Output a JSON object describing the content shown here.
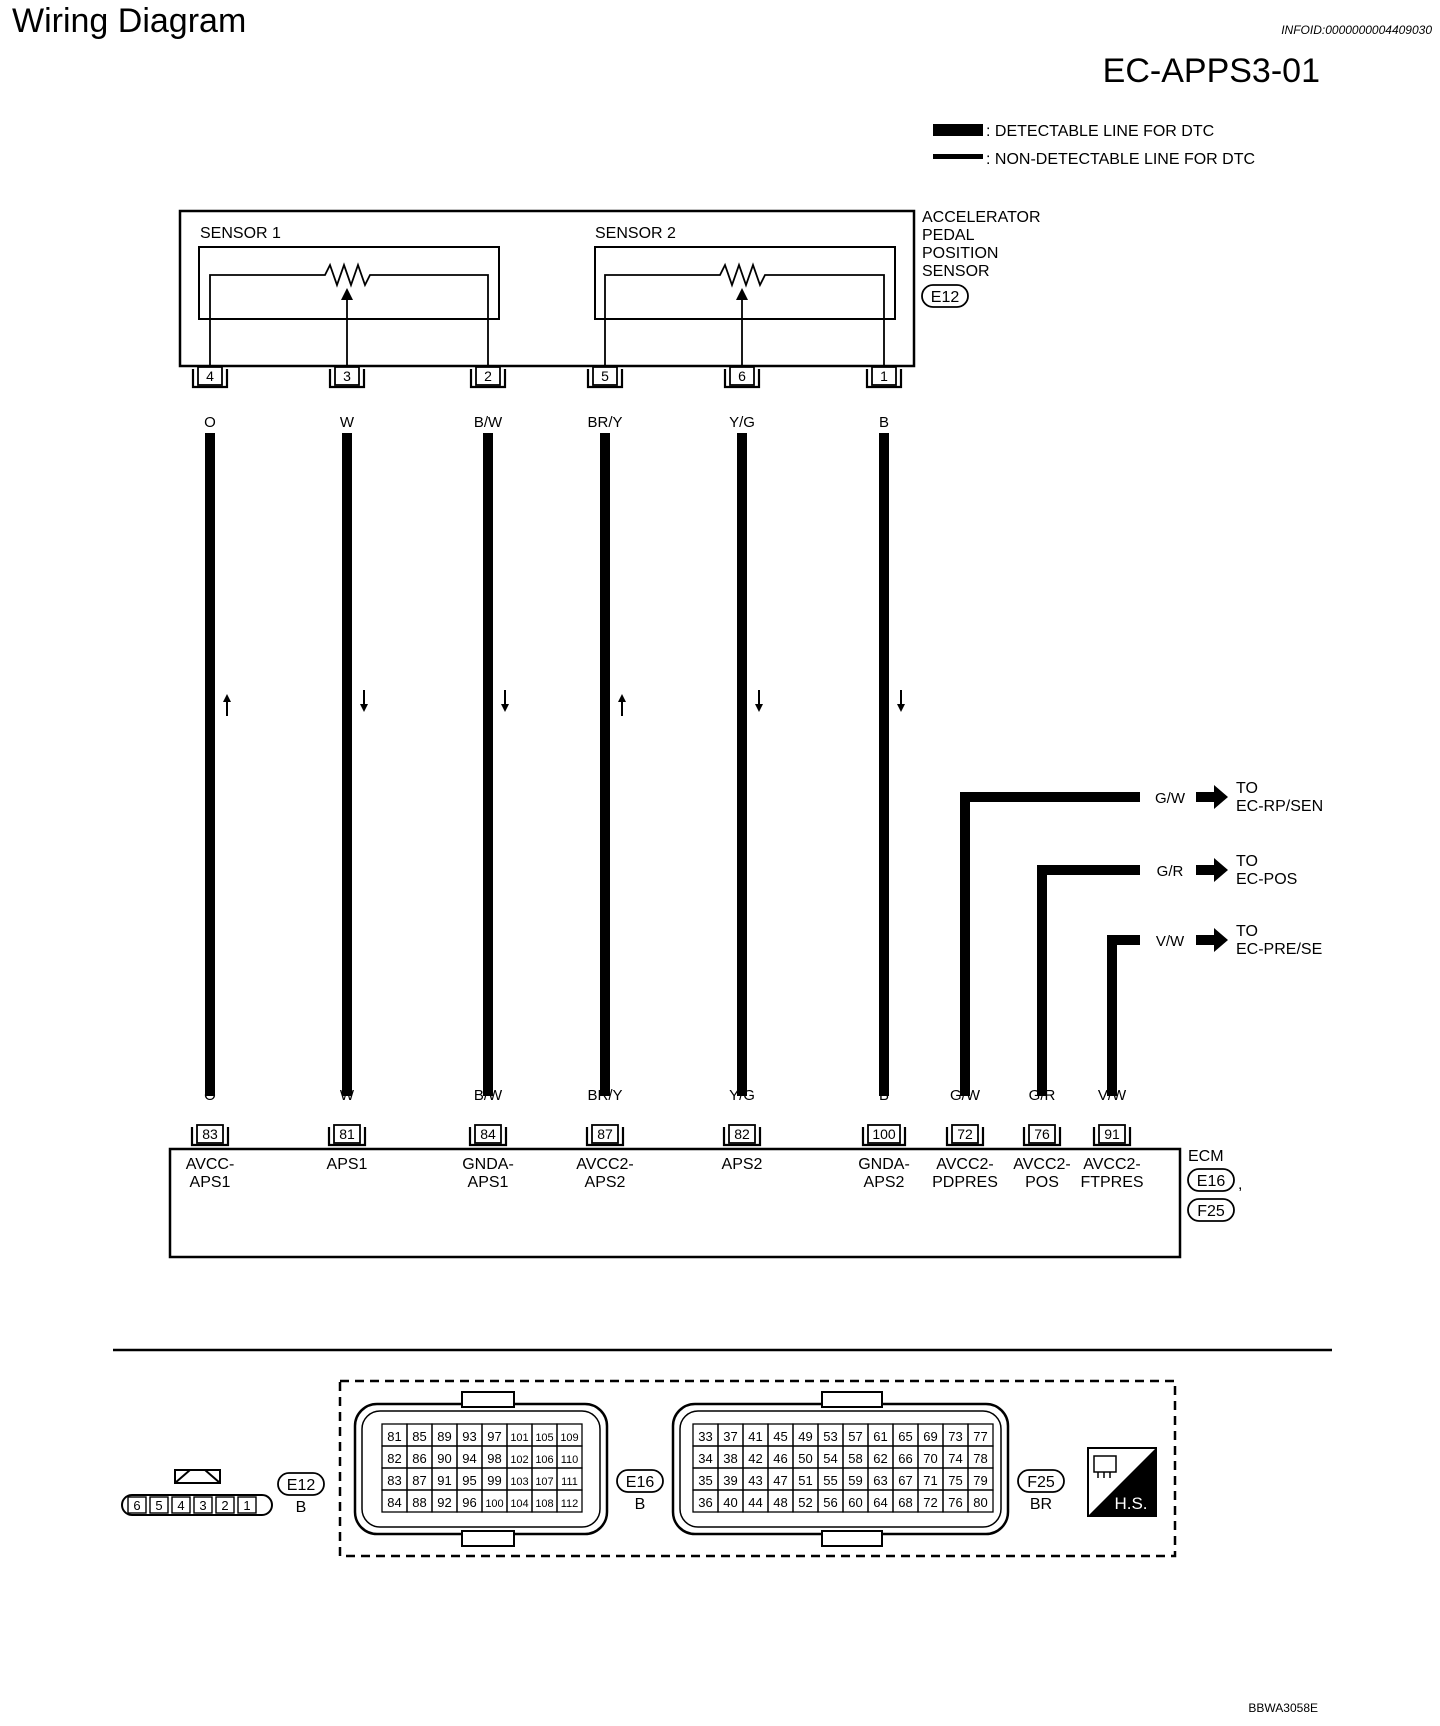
{
  "header": {
    "title": "Wiring Diagram",
    "info_id": "INFOID:0000000004409030",
    "diagram_code": "EC-APPS3-01"
  },
  "legend": {
    "detectable": ": DETECTABLE LINE FOR DTC",
    "non_detectable": ": NON-DETECTABLE LINE FOR DTC"
  },
  "sensor": {
    "name_lines": [
      "ACCELERATOR",
      "PEDAL",
      "POSITION",
      "SENSOR"
    ],
    "connector": "E12",
    "sensor1": "SENSOR 1",
    "sensor2": "SENSOR 2"
  },
  "wires": [
    {
      "sensor_pin": "4",
      "color": "O",
      "ecm_pin": "83",
      "ecm_label": [
        "AVCC-",
        "APS1"
      ],
      "arrow": "up"
    },
    {
      "sensor_pin": "3",
      "color": "W",
      "ecm_pin": "81",
      "ecm_label": [
        "APS1"
      ],
      "arrow": "down"
    },
    {
      "sensor_pin": "2",
      "color": "B/W",
      "ecm_pin": "84",
      "ecm_label": [
        "GNDA-",
        "APS1"
      ],
      "arrow": "down"
    },
    {
      "sensor_pin": "5",
      "color": "BR/Y",
      "ecm_pin": "87",
      "ecm_label": [
        "AVCC2-",
        "APS2"
      ],
      "arrow": "up"
    },
    {
      "sensor_pin": "6",
      "color": "Y/G",
      "ecm_pin": "82",
      "ecm_label": [
        "APS2"
      ],
      "arrow": "down"
    },
    {
      "sensor_pin": "1",
      "color": "B",
      "ecm_pin": "100",
      "ecm_label": [
        "GNDA-",
        "APS2"
      ],
      "arrow": "down"
    }
  ],
  "branches": [
    {
      "color": "G/W",
      "ecm_pin": "72",
      "ecm_label": [
        "AVCC2-",
        "PDPRES"
      ],
      "to_lines": [
        "TO",
        "EC-RP/SEN"
      ]
    },
    {
      "color": "G/R",
      "ecm_pin": "76",
      "ecm_label": [
        "AVCC2-",
        "POS"
      ],
      "to_lines": [
        "TO",
        "EC-POS"
      ]
    },
    {
      "color": "V/W",
      "ecm_pin": "91",
      "ecm_label": [
        "AVCC2-",
        "FTPRES"
      ],
      "to_lines": [
        "TO",
        "EC-PRE/SE"
      ]
    }
  ],
  "ecm": {
    "name": "ECM",
    "connector1": "E16",
    "connector_separator": ",",
    "connector2": "F25"
  },
  "connectors": {
    "e12": {
      "id": "E12",
      "color": "B",
      "pins": [
        "6",
        "5",
        "4",
        "3",
        "2",
        "1"
      ]
    },
    "e16": {
      "id": "E16",
      "color": "B",
      "rows": [
        [
          "81",
          "85",
          "89",
          "93",
          "97",
          "101",
          "105",
          "109"
        ],
        [
          "82",
          "86",
          "90",
          "94",
          "98",
          "102",
          "106",
          "110"
        ],
        [
          "83",
          "87",
          "91",
          "95",
          "99",
          "103",
          "107",
          "111"
        ],
        [
          "84",
          "88",
          "92",
          "96",
          "100",
          "104",
          "108",
          "112"
        ]
      ]
    },
    "f25": {
      "id": "F25",
      "color": "BR",
      "rows": [
        [
          "33",
          "37",
          "41",
          "45",
          "49",
          "53",
          "57",
          "61",
          "65",
          "69",
          "73",
          "77"
        ],
        [
          "34",
          "38",
          "42",
          "46",
          "50",
          "54",
          "58",
          "62",
          "66",
          "70",
          "74",
          "78"
        ],
        [
          "35",
          "39",
          "43",
          "47",
          "51",
          "55",
          "59",
          "63",
          "67",
          "71",
          "75",
          "79"
        ],
        [
          "36",
          "40",
          "44",
          "48",
          "52",
          "56",
          "60",
          "64",
          "68",
          "72",
          "76",
          "80"
        ]
      ]
    },
    "hs_label": "H.S."
  },
  "footer": {
    "code": "BBWA3058E"
  }
}
